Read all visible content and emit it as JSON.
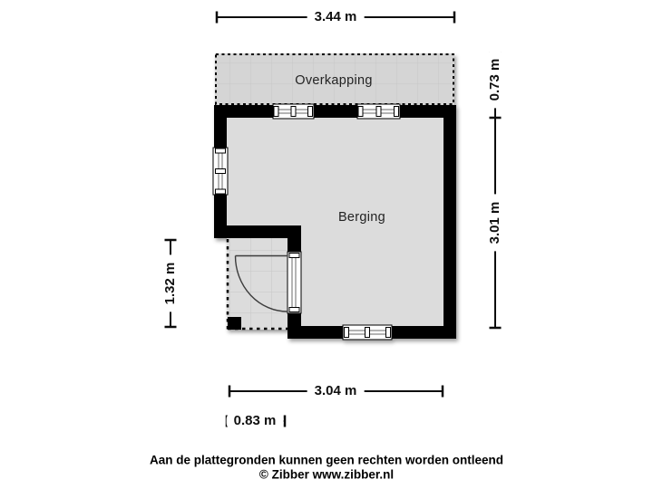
{
  "plan": {
    "type": "floor-plan",
    "canopy": {
      "label": "Overkapping"
    },
    "rooms": [
      {
        "label": "Berging"
      }
    ],
    "dimensions": {
      "width_top": "3.44 m",
      "canopy_depth": "0.73 m",
      "room_depth": "3.01 m",
      "porch_depth": "1.32 m",
      "width_bottom": "3.04 m",
      "porch_width": "0.83 m"
    }
  },
  "footer": {
    "disclaimer": "Aan de plattegronden kunnen geen rechten worden ontleend",
    "credit": "© Zibber www.zibber.nl"
  },
  "colors": {
    "background": "#ffffff",
    "wall": "#000000",
    "floor": "#dcdcdc",
    "canopy": "#d5d5d5",
    "grid_line": "#c6c6c6",
    "dimension": "#0d0d0d",
    "text": "#1a1a1a"
  }
}
